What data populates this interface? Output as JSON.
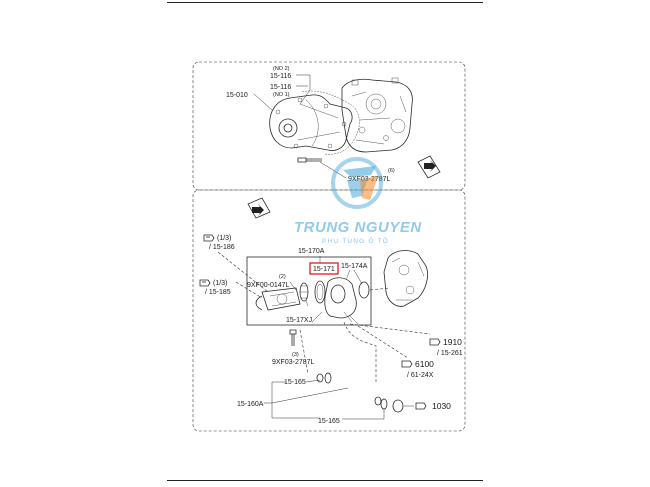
{
  "watermark": {
    "title": "TRUNG NGUYEN",
    "subtitle": "PHỤ TÙNG Ô TÔ",
    "colors": {
      "blue": "#3aa0d8",
      "orange": "#f08a24"
    }
  },
  "upper": {
    "no2": "(NO 2)",
    "p15_116a": "15-116",
    "p15_116b": "15-116",
    "no1": "(NO 1)",
    "p15_010": "15-010",
    "bolt_qty": "(6)",
    "bolt": "9XF03-2787L"
  },
  "lower": {
    "ref1_qty": "(1/3)",
    "ref1": "/ 15-186",
    "ref2_qty": "(1/3)",
    "ref2": "/ 15-185",
    "p15_170a": "15-170A",
    "p15_171": "15-171",
    "p15_174a": "15-174A",
    "qty2": "(2)",
    "p9xf00": "9XF00-0147L",
    "p15_17xj": "15-17XJ",
    "qty3": "(3)",
    "p9xf03": "9XF03-2787L",
    "ref1910": "1910",
    "ref1910_sub": "/ 15-261",
    "ref6100": "6100",
    "ref6100_sub": "/ 61-24X",
    "p15_165a": "15-165",
    "p15_160a": "15-160A",
    "ref1030": "1030",
    "p15_165b": "15-165"
  },
  "highlight_color": "#d62020"
}
